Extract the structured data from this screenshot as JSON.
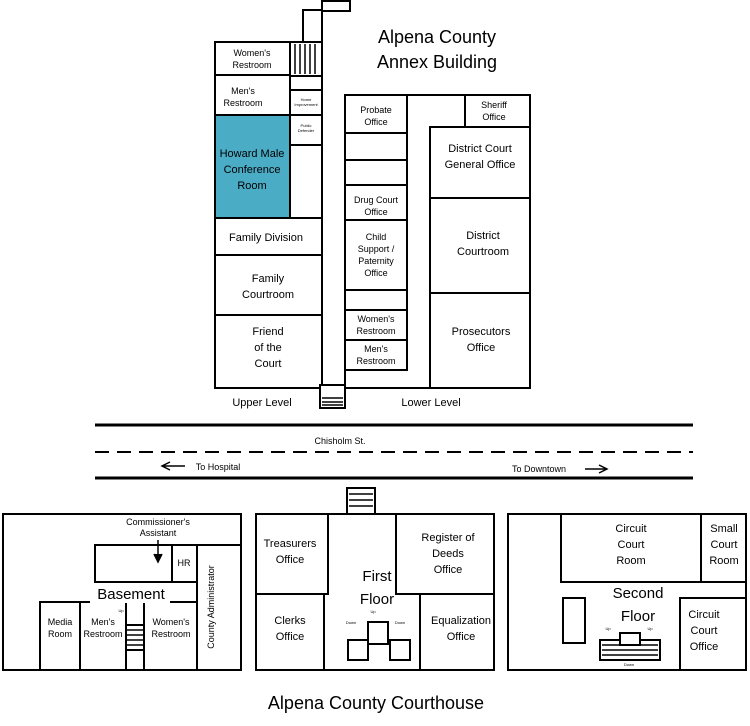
{
  "annex": {
    "title": [
      "Alpena County",
      "Annex Building"
    ],
    "upper_label": "Upper Level",
    "lower_label": "Lower Level",
    "rooms": {
      "womens_restroom_upper": [
        "Women's",
        "Restroom"
      ],
      "mens_restroom_upper": [
        "Men's",
        "Restroom"
      ],
      "home_improvement": [
        "Home",
        "Improvement"
      ],
      "public_office": [
        "Public",
        "Defender"
      ],
      "conference": [
        "Howard Male",
        "Conference",
        "Room"
      ],
      "family_division": [
        "Family Division"
      ],
      "family_courtroom": [
        "Family",
        "Courtroom"
      ],
      "friend_of_court": [
        "Friend",
        "of the",
        "Court"
      ],
      "probate": [
        "Probate",
        "Office"
      ],
      "sheriff": [
        "Sheriff",
        "Office"
      ],
      "district_general": [
        "District Court",
        "General Office"
      ],
      "drug_court": [
        "Drug Court",
        "Office"
      ],
      "child_support": [
        "Child",
        "Support /",
        "Paternity",
        "Office"
      ],
      "district_courtroom": [
        "District",
        "Courtroom"
      ],
      "womens_restroom_lower": [
        "Women's",
        "Restroom"
      ],
      "mens_restroom_lower": [
        "Men's",
        "Restroom"
      ],
      "prosecutors": [
        "Prosecutors",
        "Office"
      ]
    },
    "highlight_color": "#4bacc6"
  },
  "street": {
    "name": "Chisholm St.",
    "left": "To Hospital",
    "right": "To Downtown"
  },
  "courthouse": {
    "title": "Alpena County Courthouse",
    "basement": {
      "floor": "Basement",
      "commissioner": [
        "Commissioner's",
        "Assistant"
      ],
      "hr": "HR",
      "admin": "County Administrator",
      "media": [
        "Media",
        "Room"
      ],
      "mens": [
        "Men's",
        "Restroom"
      ],
      "womens": [
        "Women's",
        "Restroom"
      ],
      "up": "Up"
    },
    "first": {
      "floor": [
        "First",
        "Floor"
      ],
      "treasurers": [
        "Treasurers",
        "Office"
      ],
      "register": [
        "Register of",
        "Deeds",
        "Office"
      ],
      "clerks": [
        "Clerks",
        "Office"
      ],
      "equalization": [
        "Equalization",
        "Office"
      ],
      "up": "Up",
      "down": "Down"
    },
    "second": {
      "floor": [
        "Second",
        "Floor"
      ],
      "circuit_room": [
        "Circuit",
        "Court",
        "Room"
      ],
      "small_room": [
        "Small",
        "Court",
        "Room"
      ],
      "circuit_office": [
        "Circuit",
        "Court",
        "Office"
      ],
      "up": "Up",
      "down": "Down"
    }
  }
}
